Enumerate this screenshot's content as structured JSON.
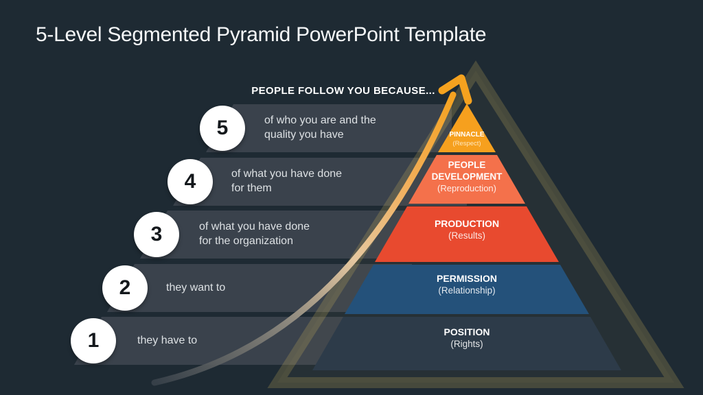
{
  "slide": {
    "title": "5-Level Segmented Pyramid PowerPoint Template",
    "header": "PEOPLE FOLLOW YOU BECAUSE...",
    "background_color": "#1e2a33",
    "row_bar_color": "#3a424c",
    "arrow_color": "#f5a21f",
    "shadow_pyramid_color": "rgba(200,175,90,0.24)"
  },
  "levels": [
    {
      "number": "5",
      "reason_line1": "of who you are and the",
      "reason_line2": "quality you have",
      "segment_title": "PINNACLE",
      "segment_subtitle": "(Respect)",
      "color": "#f6a01e"
    },
    {
      "number": "4",
      "reason_line1": "of what you have done",
      "reason_line2": "for them",
      "segment_title": "PEOPLE DEVELOPMENT",
      "segment_subtitle": "(Reproduction)",
      "color": "#f4714b"
    },
    {
      "number": "3",
      "reason_line1": "of what you have done",
      "reason_line2": "for the organization",
      "segment_title": "PRODUCTION",
      "segment_subtitle": "(Results)",
      "color": "#e84a2f"
    },
    {
      "number": "2",
      "reason_line1": "they want to",
      "reason_line2": "",
      "segment_title": "PERMISSION",
      "segment_subtitle": "(Relationship)",
      "color": "#24517a"
    },
    {
      "number": "1",
      "reason_line1": "they have to",
      "reason_line2": "",
      "segment_title": "POSITION",
      "segment_subtitle": "(Rights)",
      "color": "#2d3b49"
    }
  ]
}
